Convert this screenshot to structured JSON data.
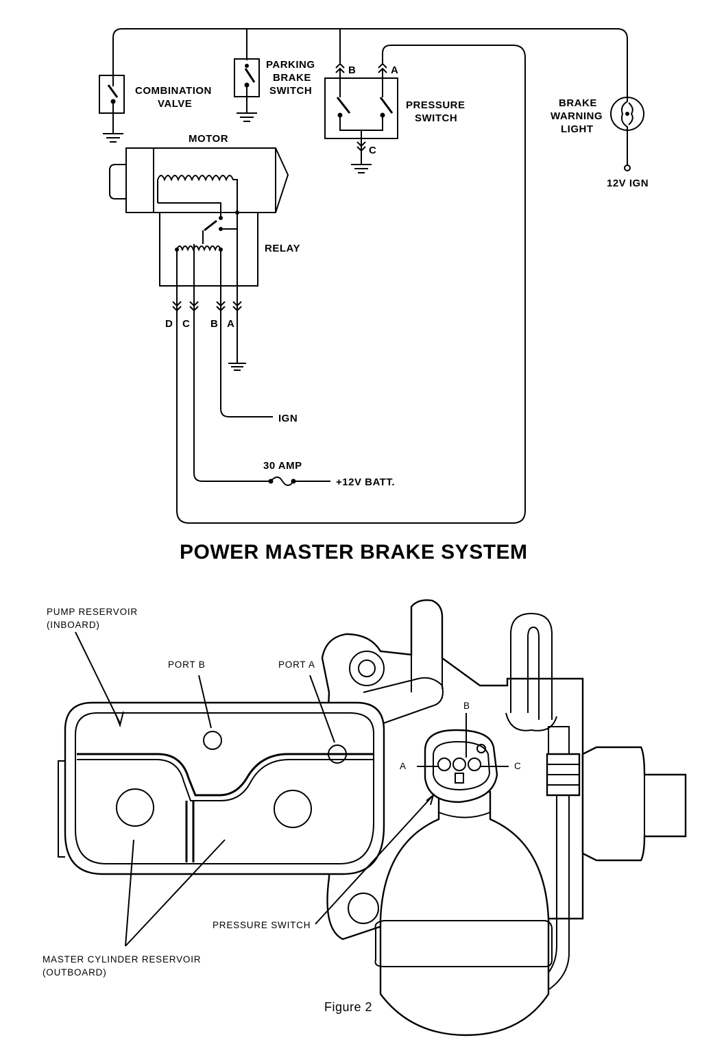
{
  "schematic": {
    "combination_valve": [
      "COMBINATION",
      "VALVE"
    ],
    "parking_brake_switch": [
      "PARKING",
      "BRAKE",
      "SWITCH"
    ],
    "pressure_switch": [
      "PRESSURE",
      "SWITCH"
    ],
    "brake_warning_light": [
      "BRAKE",
      "WARNING",
      "LIGHT"
    ],
    "ign_12v": "12V IGN",
    "motor": "MOTOR",
    "relay": "RELAY",
    "pressure_switch_terminals": {
      "b": "B",
      "a": "A",
      "c": "C"
    },
    "relay_terminals": {
      "d": "D",
      "c": "C",
      "b": "B",
      "a": "A"
    },
    "ign": "IGN",
    "fuse": "30 AMP",
    "battery": "+12V BATT."
  },
  "title": "POWER MASTER BRAKE SYSTEM",
  "illustration": {
    "pump_reservoir": [
      "PUMP RESERVOIR",
      "(INBOARD)"
    ],
    "port_b": "PORT B",
    "port_a": "PORT A",
    "connector_b": "B",
    "connector_a": "A",
    "connector_c": "C",
    "pressure_switch": "PRESSURE SWITCH",
    "master_cylinder_reservoir": [
      "MASTER CYLINDER RESERVOIR",
      "(OUTBOARD)"
    ]
  },
  "caption": "Figure 2"
}
